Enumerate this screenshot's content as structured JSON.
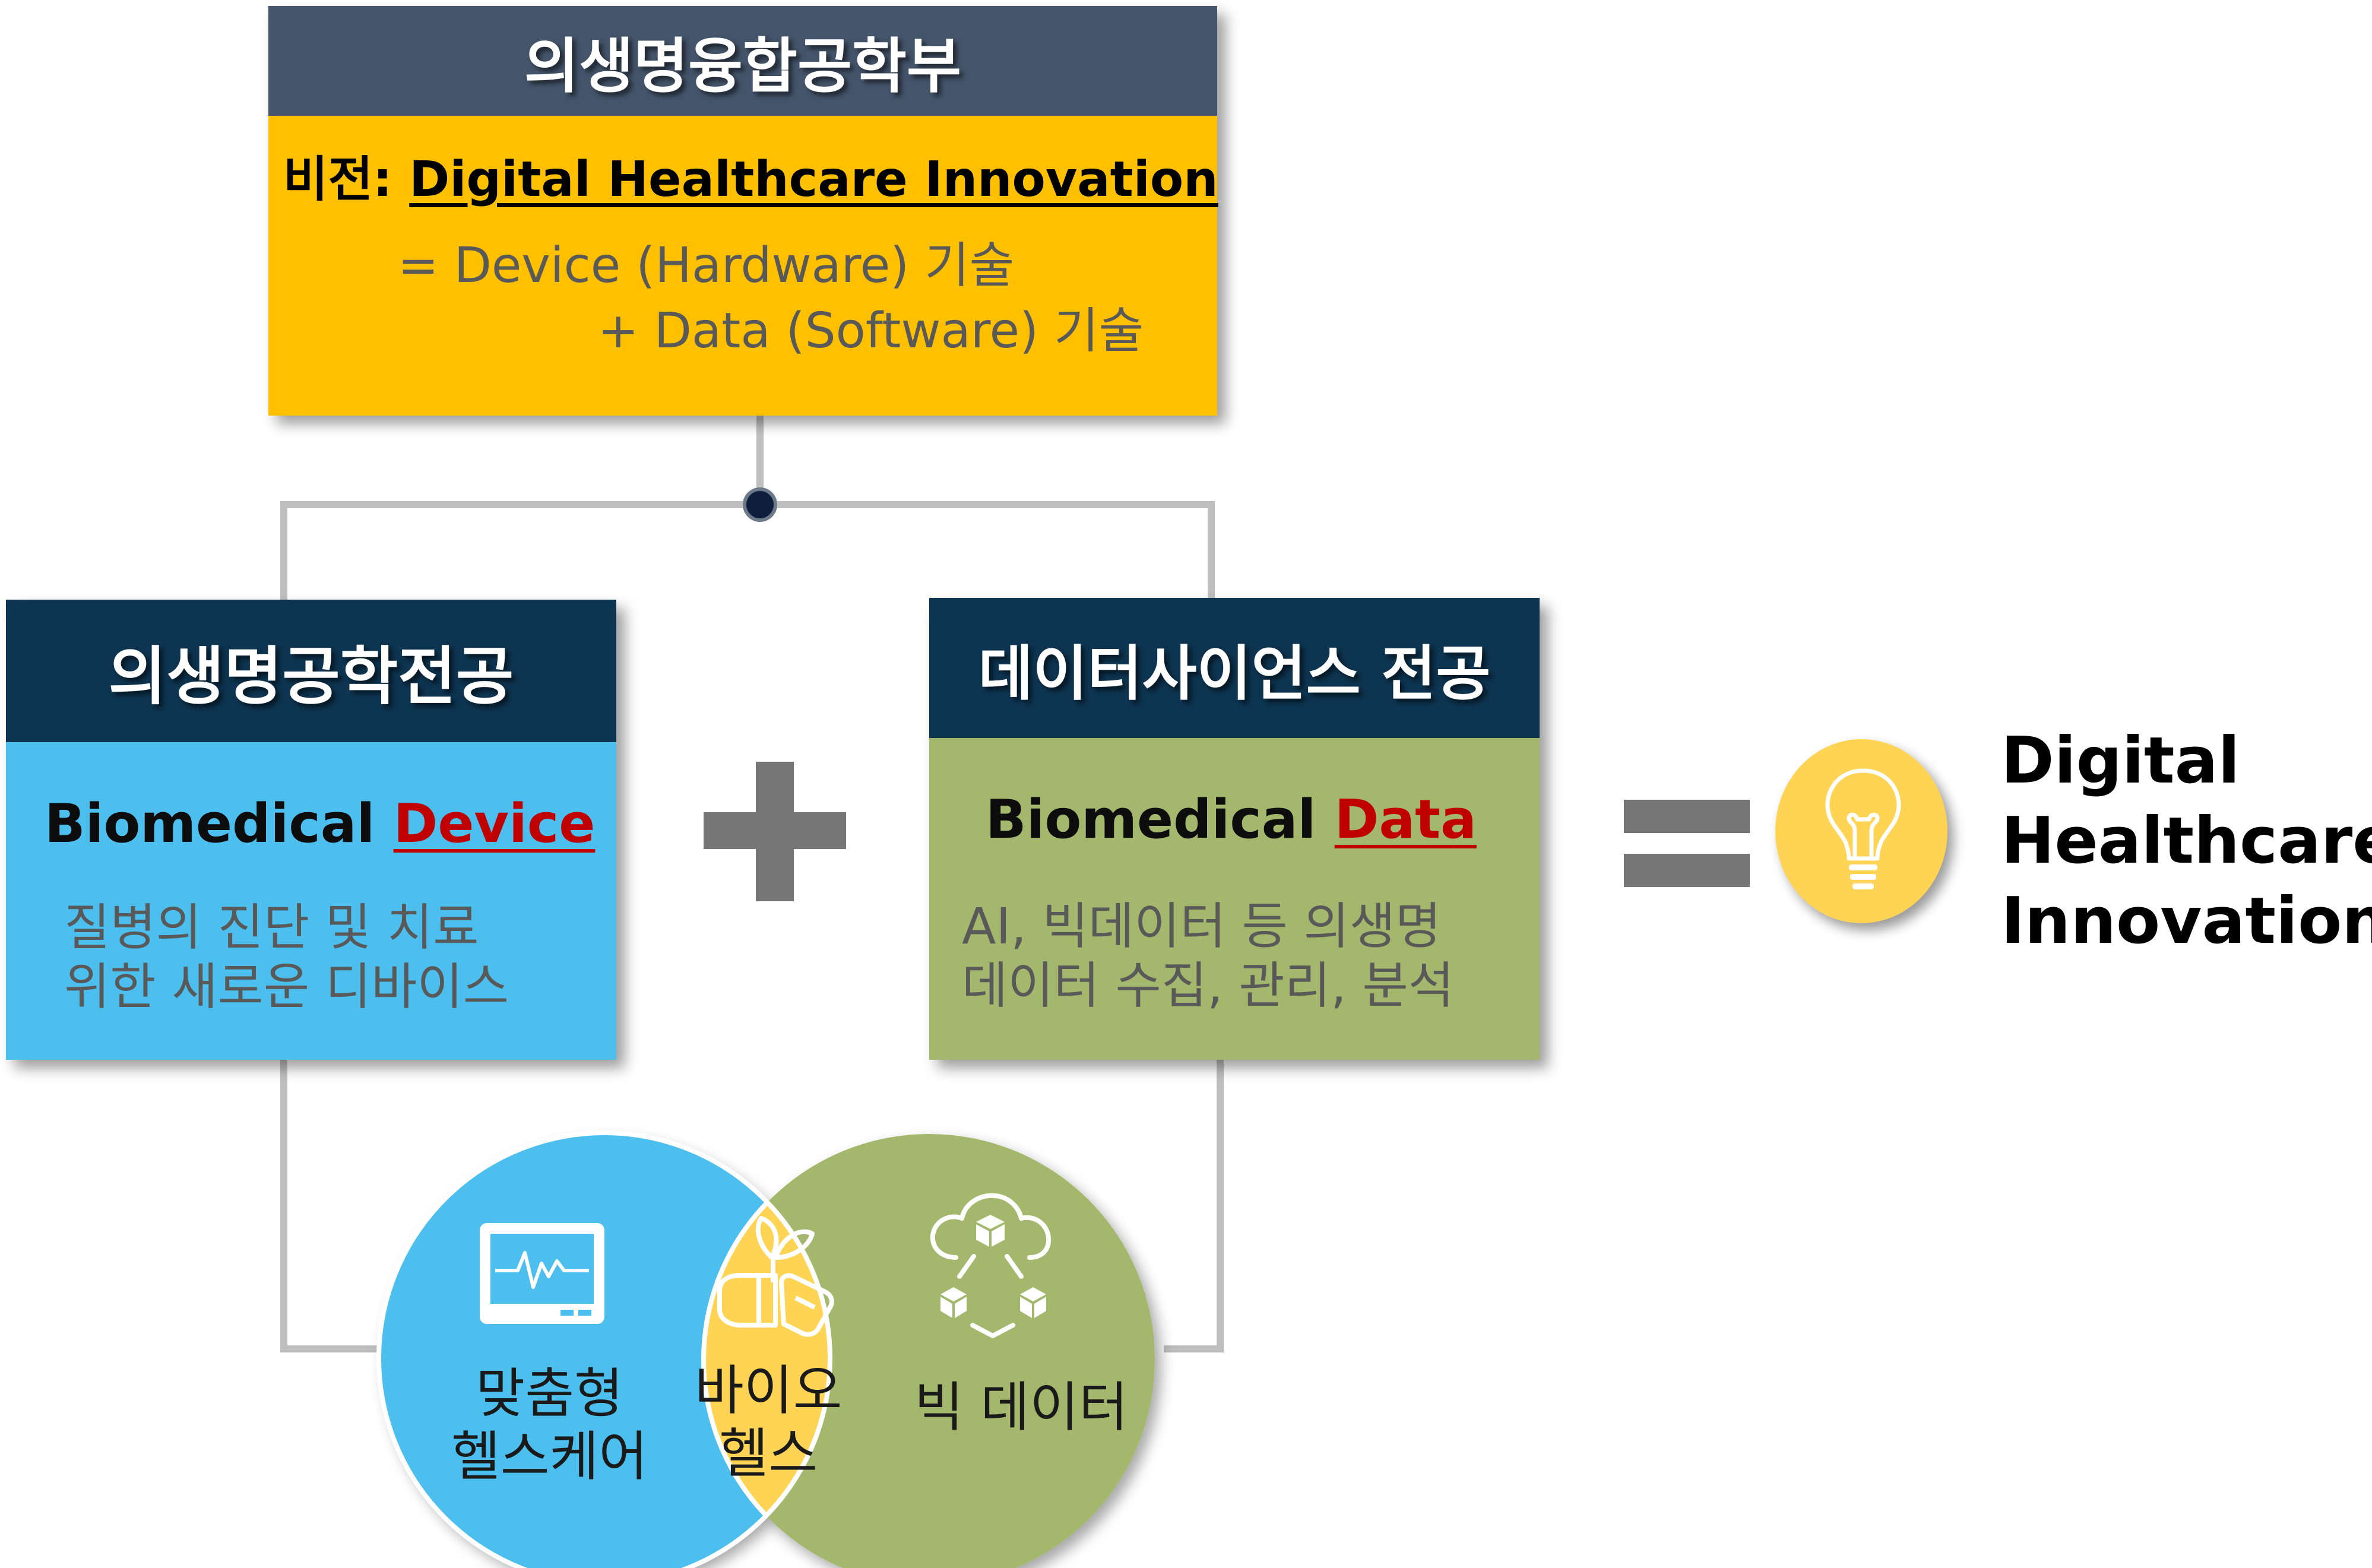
{
  "top_box": {
    "title": "의생명융합공학부",
    "vision_label": "비전:",
    "vision_title": "Digital Healthcare Innovation",
    "equation_line1": "= Device (Hardware) 기술",
    "equation_line2": "+  Data (Software) 기술"
  },
  "left_box": {
    "title": "의생명공학전공",
    "subtitle_plain": "Biomedical ",
    "subtitle_accent": "Device",
    "desc_line1": "질병의  진단  및  치료",
    "desc_line2": "위한 새로운 디바이스"
  },
  "right_box": {
    "title": "데이터사이언스 전공",
    "subtitle_plain": "Biomedical ",
    "subtitle_accent": "Data",
    "desc_line1": "AI,  빅데이터  등  의생명",
    "desc_line2": "데이터 수집, 관리, 분석"
  },
  "outcome": {
    "line1": "Digital",
    "line2": "Healthcare",
    "line3": "Innovation"
  },
  "venn": {
    "left_line1": "맞춤형",
    "left_line2": "헬스케어",
    "center_line1": "바이오",
    "center_line2": "헬스",
    "right_label": "빅 데이터"
  },
  "colors": {
    "top_header": "#44546a",
    "top_body": "#ffc000",
    "major_header": "#0d3450",
    "device_body": "#4dbfef",
    "data_body": "#a3b86c",
    "accent_red": "#c00000",
    "operator_gray": "#767676",
    "bulb_yellow": "#ffd455",
    "connector_gray": "#bfbfbf"
  },
  "icons": [
    "monitor-ecg-icon",
    "capsule-sprout-icon",
    "cloud-blocks-icon",
    "lightbulb-icon",
    "junction-dot-icon"
  ]
}
